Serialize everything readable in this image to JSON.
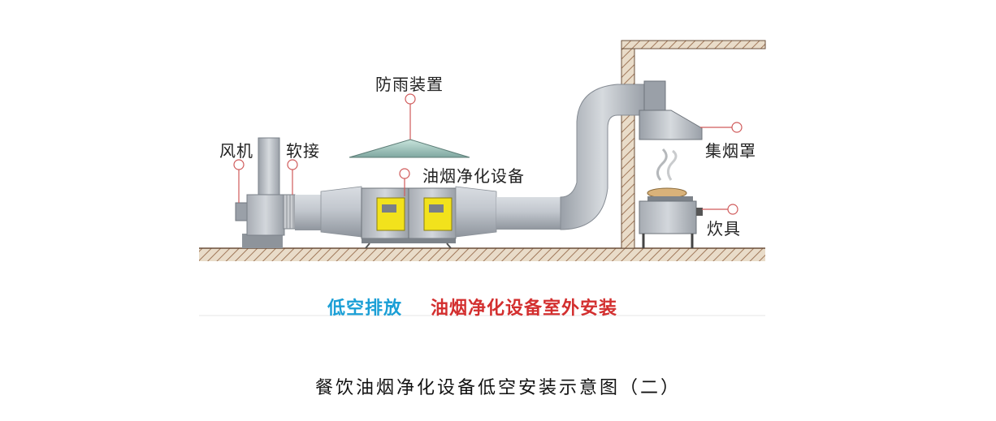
{
  "labels": {
    "fan": "风机",
    "soft_joint": "软接",
    "rain_cover": "防雨装置",
    "purifier": "油烟净化设备",
    "hood": "集烟罩",
    "stove": "炊具"
  },
  "subtitle": {
    "part1": "低空排放",
    "part2": "油烟净化设备室外安装",
    "color1": "#1a9fd6",
    "color2": "#d32f2f"
  },
  "caption": "餐饮油烟净化设备低空安装示意图（二）",
  "colors": {
    "duct": "#b9bec5",
    "panel_yellow": "#f2e21c",
    "ground_hatch": "#a0785a",
    "marker": "#d05a5a"
  }
}
